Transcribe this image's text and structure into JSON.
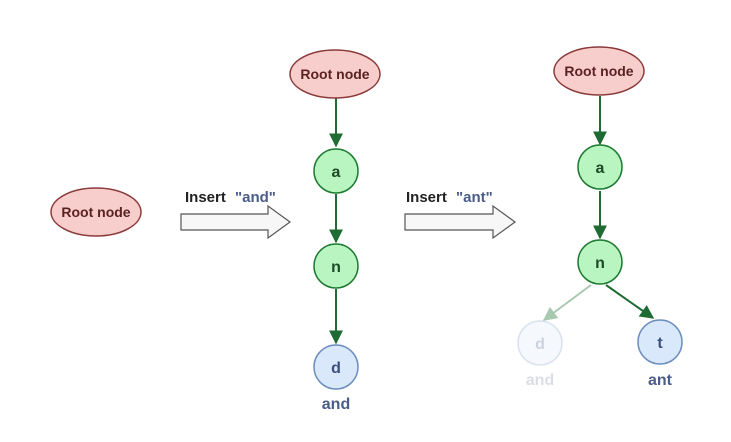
{
  "diagram": {
    "stage1": {
      "root": {
        "label": "Root node"
      }
    },
    "step1": {
      "label_prefix": "Insert",
      "label_word": "\"and\""
    },
    "stage2": {
      "root": {
        "label": "Root node"
      },
      "nodes": [
        {
          "label": "a"
        },
        {
          "label": "n"
        },
        {
          "label": "d"
        }
      ],
      "word": "and"
    },
    "step2": {
      "label_prefix": "Insert",
      "label_word": "\"ant\""
    },
    "stage3": {
      "root": {
        "label": "Root node"
      },
      "nodes": [
        {
          "label": "a"
        },
        {
          "label": "n"
        },
        {
          "label": "d"
        },
        {
          "label": "t"
        }
      ],
      "words": [
        "and",
        "ant"
      ]
    },
    "colors": {
      "root_fill": "#f8cecc",
      "root_stroke": "#8b3a3a",
      "inner_fill": "#b9f5c0",
      "inner_stroke": "#1e7a32",
      "leaf_fill": "#dae8fc",
      "leaf_stroke": "#6c8ebf",
      "edge": "#1e6b34",
      "accent_word": "#4a5c88",
      "faded": "#a0b9a6"
    }
  }
}
